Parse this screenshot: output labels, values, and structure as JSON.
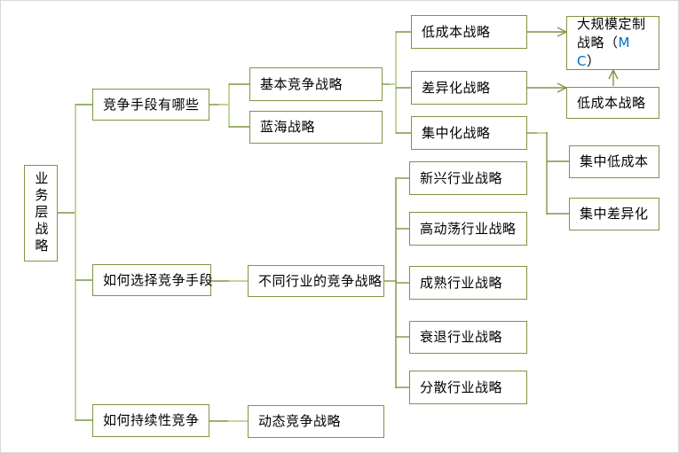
{
  "diagram_type": "mind-map-tree",
  "colors": {
    "box-border": "#7f9545",
    "line-dark": "#7f9545",
    "line-light": "#c3d69b",
    "text": "#000000",
    "mc-blue": "#0070c0",
    "bg": "#ffffff"
  },
  "nodes": {
    "root": {
      "label": "业务层战略"
    },
    "q1": {
      "label": "竞争手段有哪些"
    },
    "q2": {
      "label": "如何选择竞争手段"
    },
    "q3": {
      "label": "如何持续性竞争"
    },
    "basic": {
      "label": "基本竞争战略"
    },
    "blue_ocean": {
      "label": "蓝海战略"
    },
    "low_cost": {
      "label": "低成本战略"
    },
    "diff": {
      "label": "差异化战略"
    },
    "focus": {
      "label": "集中化战略"
    },
    "mc": {
      "label": "大规模定制战略（MC）",
      "parts": [
        {
          "text": "大规模定制战略（"
        },
        {
          "text": "MC"
        },
        {
          "text": "）"
        }
      ]
    },
    "low_cost2": {
      "label": "低成本战略"
    },
    "focus_cost": {
      "label": "集中低成本"
    },
    "focus_diff": {
      "label": "集中差异化"
    },
    "industry": {
      "label": "不同行业的竞争战略"
    },
    "emerging": {
      "label": "新兴行业战略"
    },
    "turbulent": {
      "label": "高动荡行业战略"
    },
    "mature": {
      "label": "成熟行业战略"
    },
    "declining": {
      "label": "衰退行业战略"
    },
    "fragmented": {
      "label": "分散行业战略"
    },
    "dynamic": {
      "label": "动态竞争战略"
    }
  },
  "edges": [
    {
      "from": "root",
      "to": "q1",
      "style": "tree"
    },
    {
      "from": "root",
      "to": "q2",
      "style": "tree"
    },
    {
      "from": "root",
      "to": "q3",
      "style": "tree"
    },
    {
      "from": "q1",
      "to": "basic",
      "style": "tree"
    },
    {
      "from": "q1",
      "to": "blue_ocean",
      "style": "tree"
    },
    {
      "from": "basic",
      "to": "low_cost",
      "style": "tree"
    },
    {
      "from": "basic",
      "to": "diff",
      "style": "tree"
    },
    {
      "from": "basic",
      "to": "focus",
      "style": "tree"
    },
    {
      "from": "focus",
      "to": "focus_cost",
      "style": "tree"
    },
    {
      "from": "focus",
      "to": "focus_diff",
      "style": "tree"
    },
    {
      "from": "q2",
      "to": "industry",
      "style": "tree"
    },
    {
      "from": "industry",
      "to": "emerging",
      "style": "tree"
    },
    {
      "from": "industry",
      "to": "turbulent",
      "style": "tree"
    },
    {
      "from": "industry",
      "to": "mature",
      "style": "tree"
    },
    {
      "from": "industry",
      "to": "declining",
      "style": "tree"
    },
    {
      "from": "industry",
      "to": "fragmented",
      "style": "tree"
    },
    {
      "from": "q3",
      "to": "dynamic",
      "style": "tree"
    },
    {
      "from": "low_cost",
      "to": "mc",
      "style": "arrow"
    },
    {
      "from": "diff",
      "to": "low_cost2",
      "style": "arrow"
    },
    {
      "from": "low_cost2",
      "to": "mc",
      "style": "arrow"
    }
  ]
}
